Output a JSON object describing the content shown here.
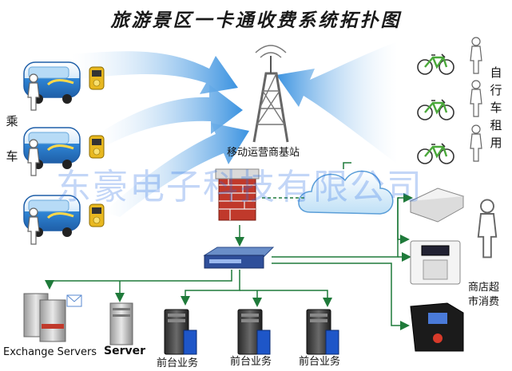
{
  "title": "旅游景区一卡通收费系统拓扑图",
  "watermark": "东豪电子科技有限公司",
  "labels": {
    "passenger_left": "乘车",
    "bike_rental": "自行车租用",
    "tower": "移动运营商基站",
    "shopping": "商店超市消费",
    "exchange_servers": "Exchange Servers",
    "server": "Server",
    "frontdesk_1": "前台业务",
    "frontdesk_2": "前台业务",
    "frontdesk_3": "前台业务"
  },
  "colors": {
    "arrow": "#4aa2e8",
    "connector": "#1f7a3a",
    "card_reader": "#e8b820",
    "bus": "#3a8fd8",
    "watermark": "#2a6fe6"
  },
  "icons": [
    "bus-icon",
    "card-reader-icon",
    "person-icon",
    "bicycle-icon",
    "tower-icon",
    "firewall-icon",
    "cloud-icon",
    "switch-icon",
    "server-icon",
    "pos-terminal-icon",
    "access-terminal-icon"
  ]
}
